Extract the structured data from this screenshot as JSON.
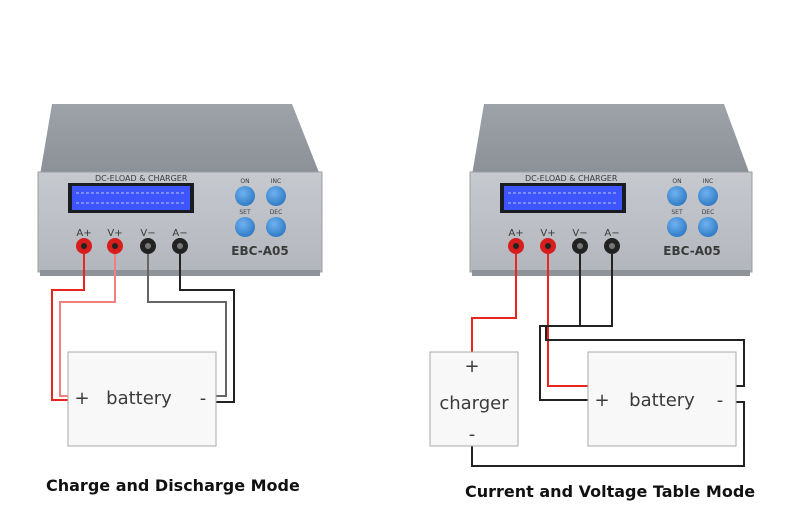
{
  "device": {
    "header": "DC-ELOAD & CHARGER",
    "model": "EBC-A05",
    "buttons": [
      "ON",
      "INC",
      "SET",
      "DEC"
    ],
    "terminals": [
      "A+",
      "V+",
      "V−",
      "A−"
    ]
  },
  "left": {
    "battery": {
      "plus": "+",
      "label": "battery",
      "minus": "-"
    },
    "caption": "Charge and Discharge Mode"
  },
  "right": {
    "charger": {
      "plus": "+",
      "label": "charger",
      "minus": "-"
    },
    "battery": {
      "plus": "+",
      "label": "battery",
      "minus": "-"
    },
    "caption": "Current and Voltage Table Mode"
  },
  "colors": {
    "red_wire": "#e8261f",
    "black_wire": "#222222",
    "lcd": "#3c55ff",
    "button": "#3d8fdc",
    "panel": "#b9bdc3"
  }
}
